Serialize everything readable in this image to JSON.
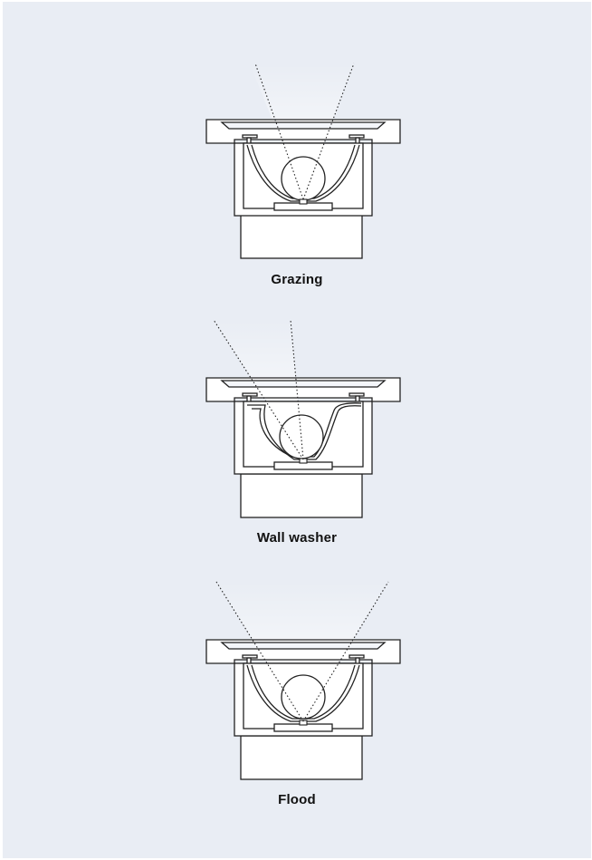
{
  "diagrams": [
    {
      "id": "grazing",
      "caption": "Grazing",
      "beam": "narrow-symmetric",
      "reflector": "symmetric"
    },
    {
      "id": "wall-washer",
      "caption": "Wall washer",
      "beam": "asymmetric-left",
      "reflector": "asymmetric"
    },
    {
      "id": "flood",
      "caption": "Flood",
      "beam": "wide-symmetric",
      "reflector": "symmetric"
    }
  ],
  "colors": {
    "background": "#e9edf4",
    "line": "#222222",
    "fixture_fill": "#ffffff",
    "beam_light": "#ffffff",
    "text": "#111111"
  }
}
